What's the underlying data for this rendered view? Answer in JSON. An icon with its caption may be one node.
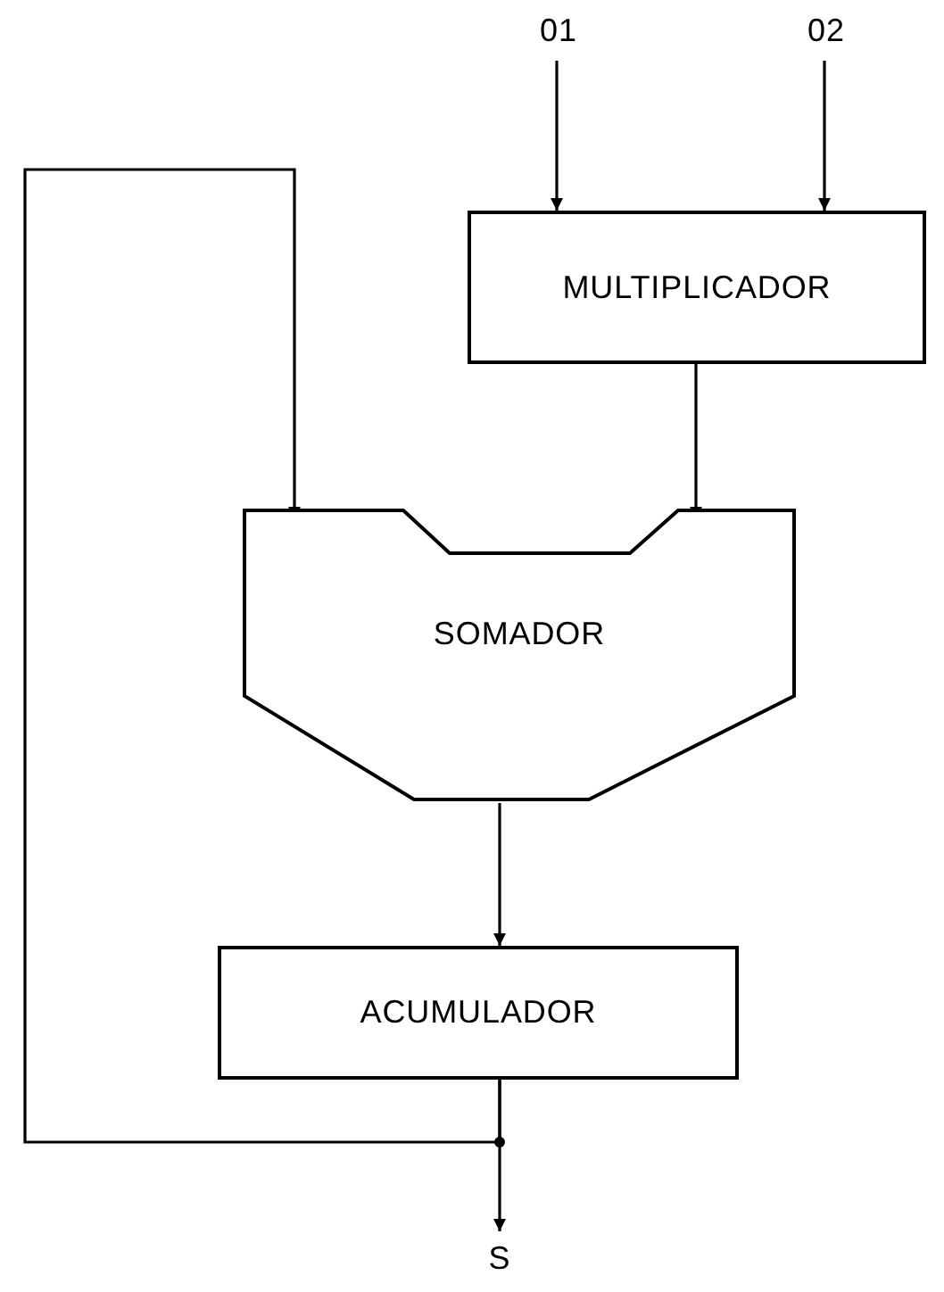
{
  "diagram": {
    "nodes": [
      {
        "text": [
          "01"
        ]
      },
      {
        "text": [
          "02"
        ]
      },
      {
        "text": [
          "MULTIPLICADOR"
        ]
      },
      {
        "text": [
          "SOMADOR"
        ]
      },
      {
        "text": [
          "ACUMULADOR"
        ]
      },
      {
        "text": [
          "S"
        ]
      }
    ],
    "edges": [
      {
        "from": 0,
        "to": 2,
        "arrow": "to"
      },
      {
        "from": 1,
        "to": 2,
        "arrow": "to"
      },
      {
        "from": 2,
        "to": 3,
        "arrow": "to"
      },
      {
        "from": 4,
        "to": 3,
        "arrow": "to"
      },
      {
        "from": 3,
        "to": 4,
        "arrow": "to"
      },
      {
        "from": 4,
        "to": 5,
        "arrow": "to"
      }
    ]
  }
}
